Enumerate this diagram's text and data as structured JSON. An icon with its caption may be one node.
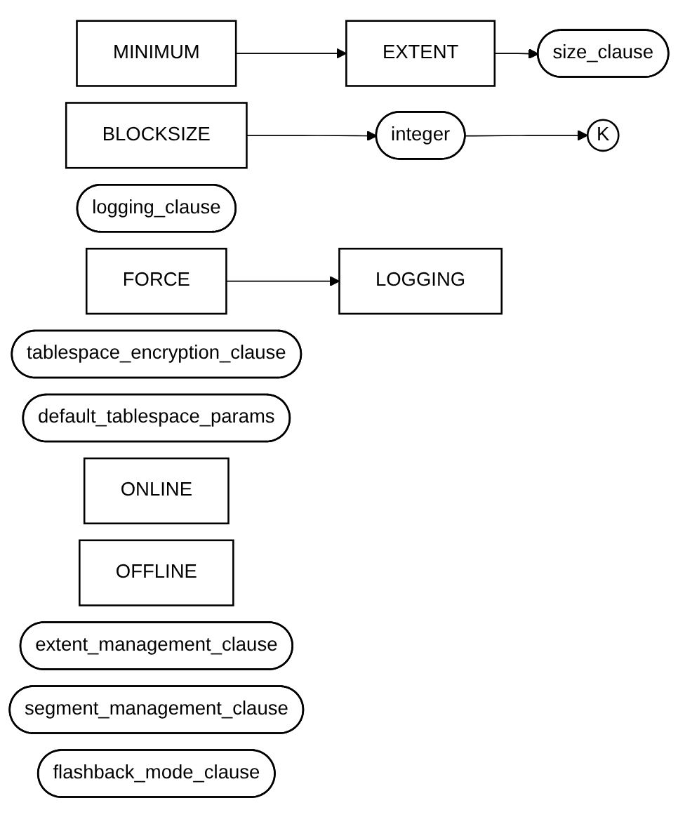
{
  "diagram": {
    "nodes": [
      {
        "text": [
          "MINIMUM"
        ]
      },
      {
        "text": [
          "EXTENT"
        ]
      },
      {
        "text": [
          "size_clause"
        ]
      },
      {
        "text": [
          "BLOCKSIZE"
        ]
      },
      {
        "text": [
          "integer"
        ]
      },
      {
        "text": [
          "K"
        ]
      },
      {
        "text": [
          "logging_clause"
        ]
      },
      {
        "text": [
          "FORCE"
        ]
      },
      {
        "text": [
          "LOGGING"
        ]
      },
      {
        "text": [
          "tablespace_encryption_clause"
        ]
      },
      {
        "text": [
          "default_tablespace_params"
        ]
      },
      {
        "text": [
          "ONLINE"
        ]
      },
      {
        "text": [
          "OFFLINE"
        ]
      },
      {
        "text": [
          "extent_management_clause"
        ]
      },
      {
        "text": [
          "segment_management_clause"
        ]
      },
      {
        "text": [
          "flashback_mode_clause"
        ]
      }
    ],
    "edges": [
      {
        "from": 0,
        "to": 1,
        "arrow": "to"
      },
      {
        "from": 1,
        "to": 2,
        "arrow": "to"
      },
      {
        "from": 3,
        "to": 4,
        "arrow": "to"
      },
      {
        "from": 4,
        "to": 5,
        "arrow": "to"
      },
      {
        "from": 7,
        "to": 8,
        "arrow": "to"
      }
    ]
  }
}
